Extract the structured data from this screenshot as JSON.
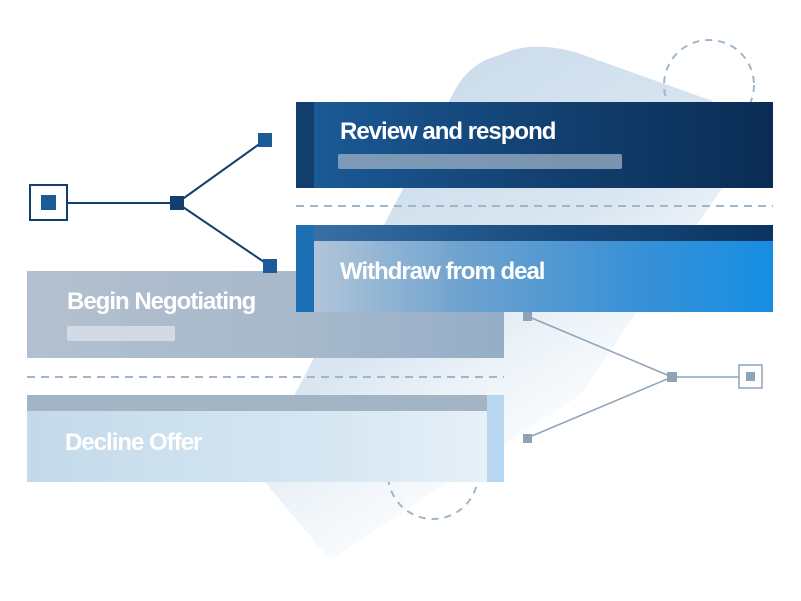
{
  "diagram": {
    "options": [
      {
        "id": "review",
        "title": "Review and respond"
      },
      {
        "id": "withdraw",
        "title": "Withdraw from deal"
      },
      {
        "id": "begin",
        "title": "Begin Negotiating"
      },
      {
        "id": "decline",
        "title": "Decline Offer"
      }
    ],
    "connectors": {
      "left": {
        "from": "start",
        "branches": [
          "review",
          "withdraw"
        ]
      },
      "right": {
        "to": "end",
        "branches": [
          "begin",
          "decline"
        ]
      }
    }
  },
  "colors": {
    "dark_navy": "#0a2c54",
    "primary_blue": "#1b5c98",
    "bright_blue": "#168ee4",
    "slate_grey": "#a8b9cb",
    "pale_blue": "#d5e6f2",
    "connector_line": "#8fa3b8",
    "dashed_line": "#9fb7cd",
    "background_blob": "#c4d6e6"
  }
}
